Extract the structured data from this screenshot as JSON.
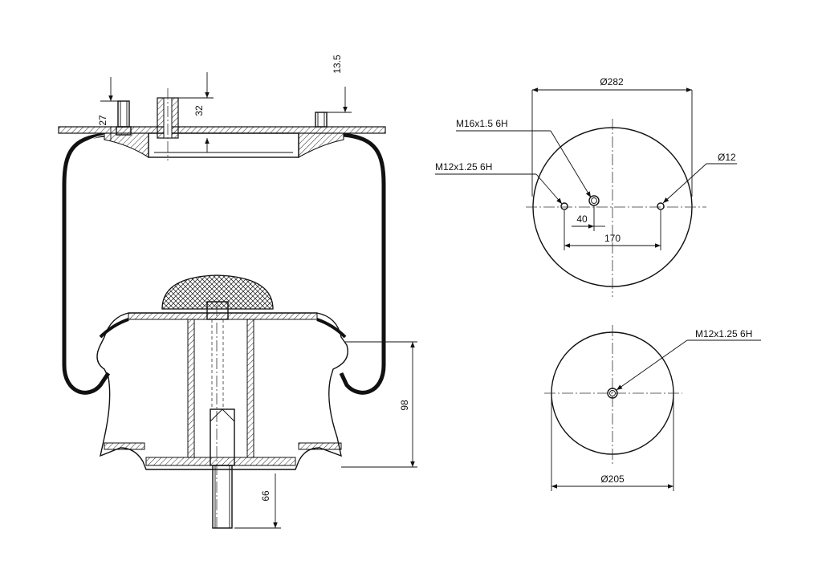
{
  "side_view": {
    "dims": {
      "stud_height": "27",
      "inlet_height": "32",
      "stud_offset": "13.5",
      "piston_height": "98",
      "bottom_stud": "66"
    }
  },
  "top_plate_view": {
    "diameter": "Ø282",
    "thread_center": "M16x1.5 6H",
    "thread_left": "M12x1.25 6H",
    "hole_right": "Ø12",
    "spacing_small": "40",
    "spacing_large": "170"
  },
  "bottom_plate_view": {
    "thread": "M12x1.25 6H",
    "diameter": "Ø205"
  }
}
